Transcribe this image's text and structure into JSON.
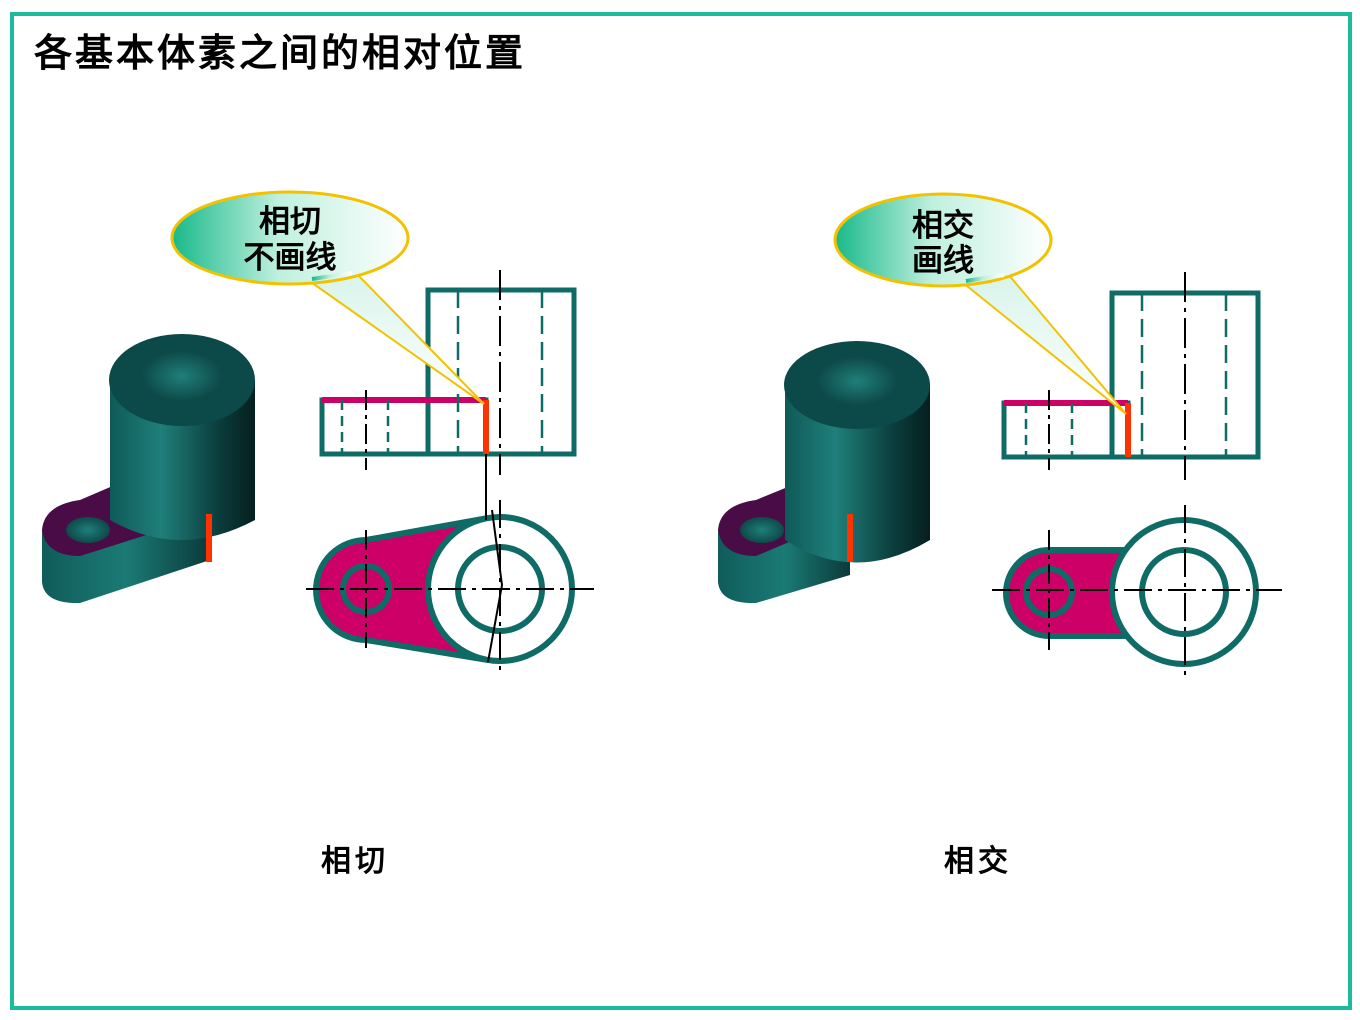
{
  "title": "各基本体素之间的相对位置",
  "left_example": {
    "callout_line1": "相切",
    "callout_line2": "不画线",
    "caption": "相切"
  },
  "right_example": {
    "callout_line1": "相交",
    "callout_line2": "画线",
    "caption": "相交"
  },
  "colors": {
    "frame": "#1abc9c",
    "outline": "#0e6b66",
    "fill_magenta": "#cc0066",
    "tangent_mark": "#ff3300",
    "solid_dark": "#0a3f3f",
    "callout_fill": "#bff0de",
    "callout_border": "#f2c200"
  }
}
